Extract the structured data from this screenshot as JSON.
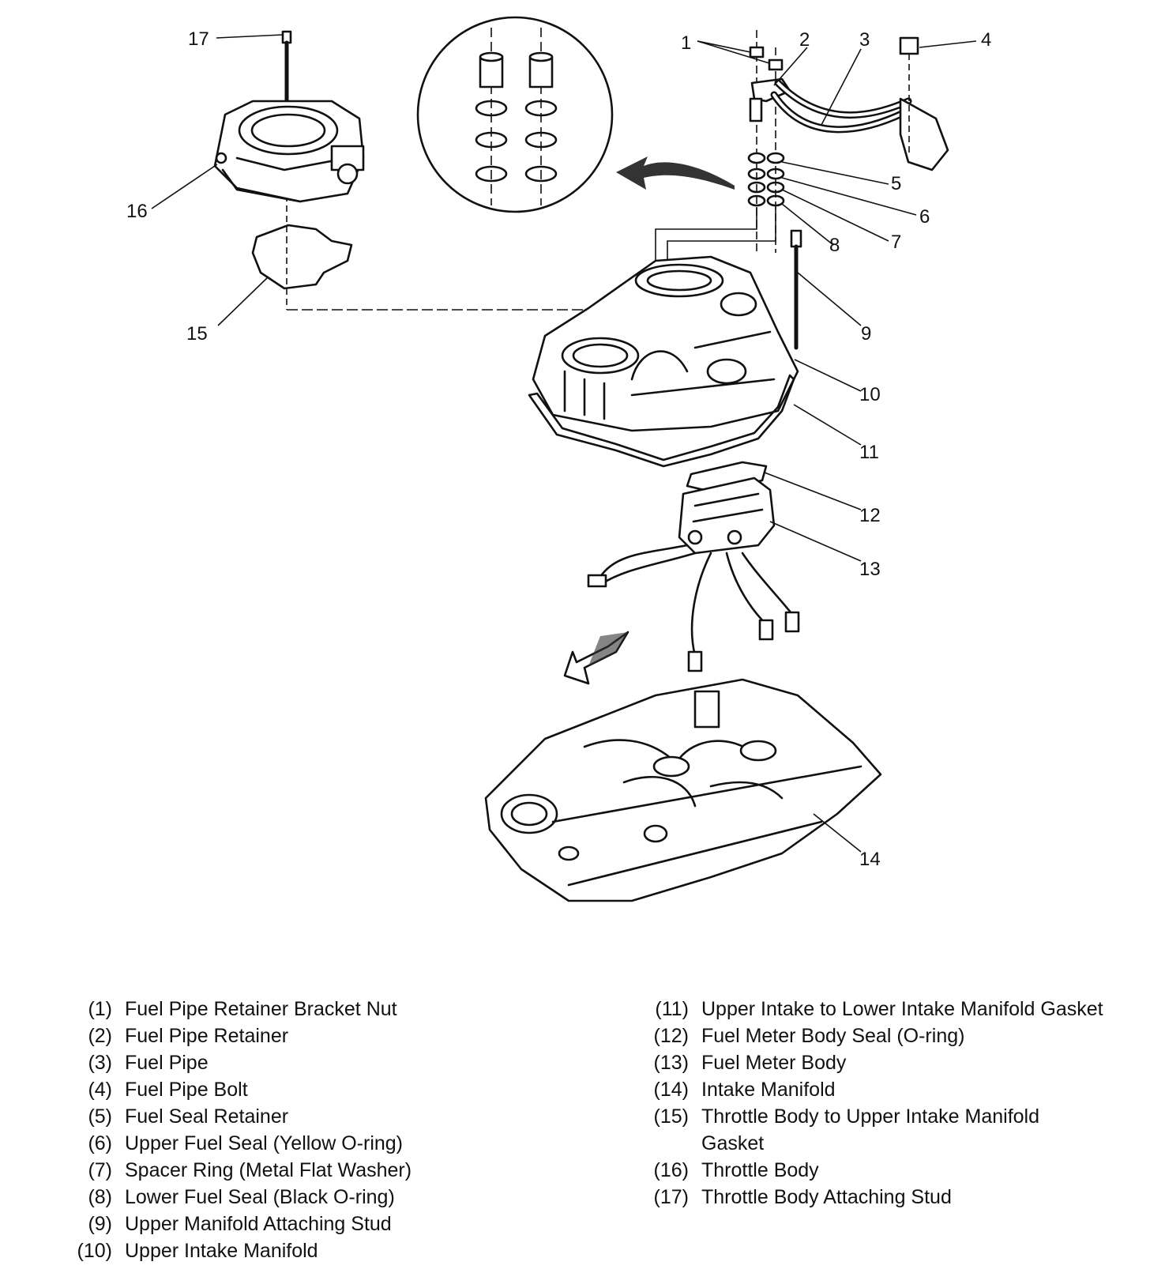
{
  "callouts": [
    "1",
    "2",
    "3",
    "4",
    "5",
    "6",
    "7",
    "8",
    "9",
    "10",
    "11",
    "12",
    "13",
    "14",
    "15",
    "16",
    "17"
  ],
  "legend_left": [
    {
      "num": "(1)",
      "text": "Fuel Pipe Retainer Bracket Nut"
    },
    {
      "num": "(2)",
      "text": "Fuel Pipe Retainer"
    },
    {
      "num": "(3)",
      "text": "Fuel Pipe"
    },
    {
      "num": "(4)",
      "text": "Fuel Pipe Bolt"
    },
    {
      "num": "(5)",
      "text": "Fuel Seal Retainer"
    },
    {
      "num": "(6)",
      "text": "Upper Fuel Seal (Yellow O-ring)"
    },
    {
      "num": "(7)",
      "text": "Spacer Ring (Metal Flat Washer)"
    },
    {
      "num": "(8)",
      "text": "Lower Fuel Seal (Black O-ring)"
    },
    {
      "num": "(9)",
      "text": "Upper Manifold Attaching Stud"
    },
    {
      "num": "(10)",
      "text": "Upper Intake Manifold"
    }
  ],
  "legend_right": [
    {
      "num": "(11)",
      "text": "Upper Intake to Lower Intake Manifold Gasket"
    },
    {
      "num": "(12)",
      "text": "Fuel Meter Body Seal (O-ring)"
    },
    {
      "num": "(13)",
      "text": "Fuel Meter Body"
    },
    {
      "num": "(14)",
      "text": "Intake Manifold"
    },
    {
      "num": "(15)",
      "text": "Throttle Body to Upper Intake Manifold Gasket"
    },
    {
      "num": "(16)",
      "text": "Throttle Body"
    },
    {
      "num": "(17)",
      "text": "Throttle Body Attaching Stud"
    }
  ]
}
